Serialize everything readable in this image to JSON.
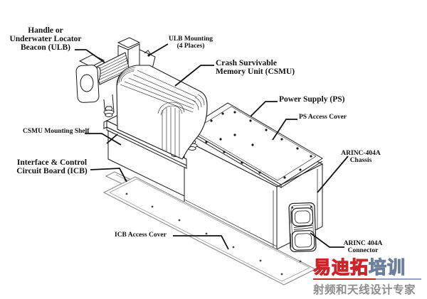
{
  "diagram": {
    "labels": {
      "handle_ulb": {
        "text": "Handle or\nUnderwater Locator\nBeacon (ULB)"
      },
      "ulb_mounting": {
        "text": "ULB Mounting\n(4 Places)"
      },
      "csmu": {
        "text": "Crash Survivable\nMemory Unit (CSMU)"
      },
      "power_supply": {
        "text": "Power Supply (PS)"
      },
      "ps_access_cover": {
        "text": "PS Access Cover"
      },
      "csmu_mounting_shelf": {
        "text": "CSMU Mounting Shelf"
      },
      "icb": {
        "text": "Interface & Control\nCircuit Board (ICB)"
      },
      "arinc_chassis": {
        "text": "ARINC-404A\nChassis"
      },
      "icb_access_cover": {
        "text": "ICB Access Cover"
      },
      "arinc_connector": {
        "text": "ARINC 404A\nConnector"
      }
    },
    "colors": {
      "line": "#1a1a1a",
      "plate_line": "#8e8e8e",
      "background": "#ffffff"
    }
  },
  "watermark": {
    "logo_main": "易迪拓",
    "logo_suffix": "培训",
    "tagline": "射频和天线设计专家",
    "colors": {
      "logo_fill": "#f2b7bb",
      "logo_outline": "#c9262c",
      "suffix_fill": "#b9c9dd",
      "suffix_outline": "#6c7f9c",
      "underline_red": "#c9262c",
      "underline_blue": "#93a5bd",
      "tagline_gray": "#8c8c8c"
    }
  }
}
